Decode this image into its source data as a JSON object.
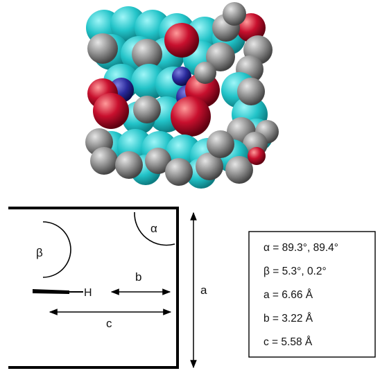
{
  "diagram": {
    "labels": {
      "alpha": "α",
      "beta": "β",
      "b": "b",
      "c": "c",
      "a": "a",
      "h": "H"
    }
  },
  "values_box": {
    "lines": [
      "α = 89.3°, 89.4°",
      "β = 5.3°, 0.2°",
      "a = 6.66 Å",
      "b = 3.22 Å",
      "c = 5.58 Å"
    ]
  },
  "colors": {
    "carbon": "#26c8cc",
    "hydrogen": "#8c8c8c",
    "oxygen": "#c8102e",
    "nitrogen": "#2b2b9a",
    "line": "#000000"
  }
}
